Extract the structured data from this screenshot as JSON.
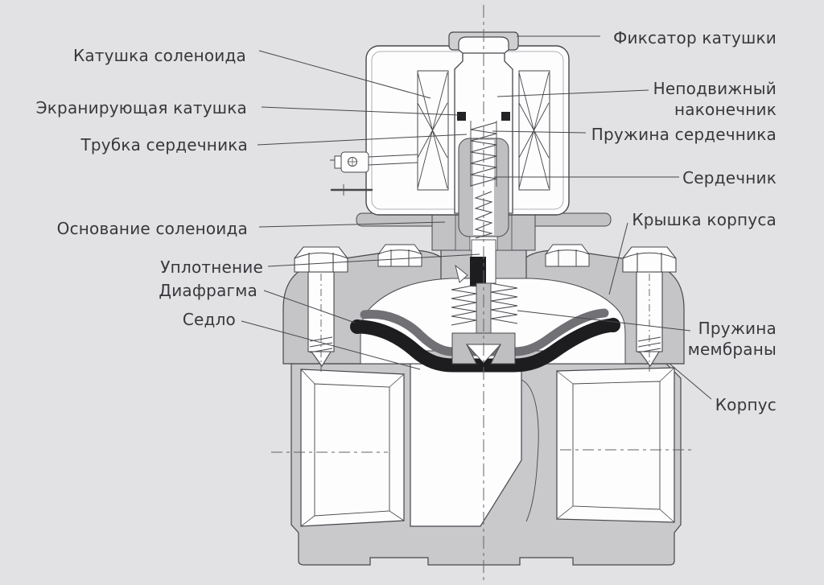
{
  "diagram": {
    "subject": "solenoid-valve-cross-section",
    "colors": {
      "background": "#e2e2e4",
      "line": "#47474b",
      "casting_gray": "#c5c5c8",
      "part_gray": "#bfbfc2",
      "diaphragm_dark_gray": "#717175",
      "rubber_black": "#1d1d20",
      "text": "#38383c",
      "white": "#fdfdfe"
    },
    "labels": {
      "left": [
        {
          "text": "Катушка соленоида"
        },
        {
          "text": "Экранирующая катушка"
        },
        {
          "text": "Трубка сердечника"
        },
        {
          "text": "Основание соленоида"
        },
        {
          "text": "Уплотнение"
        },
        {
          "text": "Диафрагма"
        },
        {
          "text": "Седло"
        }
      ],
      "right": [
        {
          "text": "Фиксатор катушки"
        },
        {
          "text": "Неподвижный\nнаконечник"
        },
        {
          "text": "Пружина сердечника"
        },
        {
          "text": "Сердечник"
        },
        {
          "text": "Крышка корпуса"
        },
        {
          "text": "Пружина\nмембраны"
        },
        {
          "text": "Корпус"
        }
      ]
    }
  }
}
